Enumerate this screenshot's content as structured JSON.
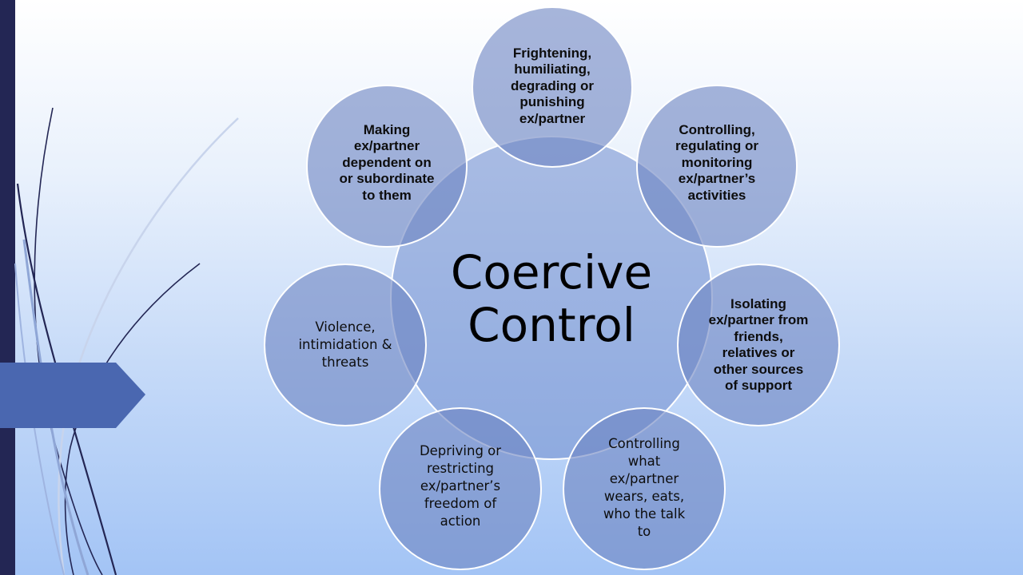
{
  "center": {
    "title_line1": "Coercive",
    "title_line2": "Control"
  },
  "nodes": {
    "top": [
      "Frightening,",
      "humiliating,",
      "degrading or",
      "punishing",
      "ex/partner"
    ],
    "top_right": [
      "Controlling,",
      "regulating or",
      "monitoring",
      "ex/partner’s",
      "activities"
    ],
    "right": [
      "Isolating",
      "ex/partner from",
      "friends,",
      "relatives or",
      "other sources",
      "of support"
    ],
    "bottom_right": [
      "Controlling",
      "what",
      "ex/partner",
      "wears, eats,",
      "who the talk",
      "to"
    ],
    "bottom_left": [
      "Depriving or",
      "restricting",
      "ex/partner’s",
      "freedom of",
      "action"
    ],
    "left": [
      "Violence,",
      "intimidation &",
      "threats"
    ],
    "top_left": [
      "Making",
      "ex/partner",
      "dependent on",
      "or subordinate",
      "to them"
    ]
  },
  "colors": {
    "left_bar": "#232654",
    "arrow_tab": "#4a67b0",
    "circle_fill": "#6c84c2",
    "circle_border": "#ffffff"
  }
}
